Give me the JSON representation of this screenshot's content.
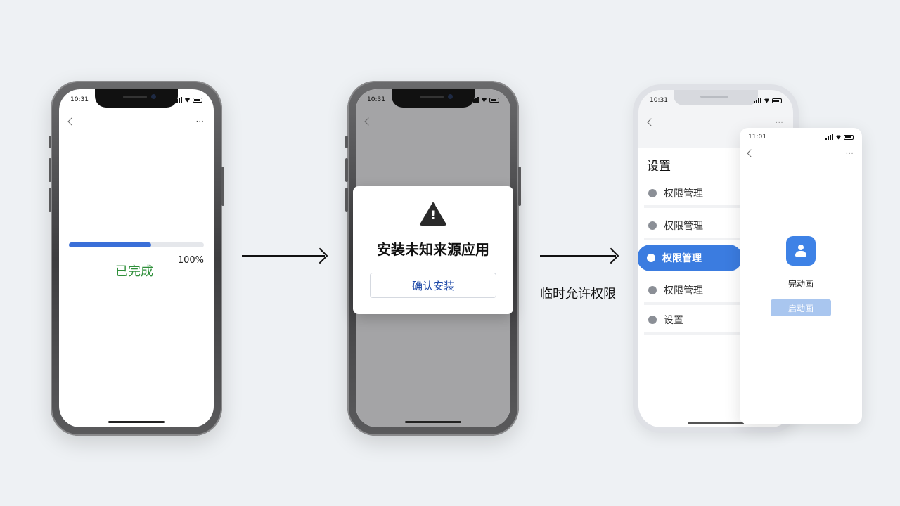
{
  "phone1": {
    "time": "10:31",
    "progress_percent": 61,
    "percent_label": "100%",
    "status_label": "已完成"
  },
  "phone2": {
    "time": "10:31",
    "dialog_title": "安装未知来源应用",
    "confirm_label": "确认安装"
  },
  "arrow2_label": "临时允许权限",
  "phone3": {
    "time": "10:31",
    "settings_title": "设置",
    "items": [
      {
        "label": "权限管理"
      },
      {
        "label": "权限管理"
      },
      {
        "label": "权限管理"
      },
      {
        "label": "权限管理"
      },
      {
        "label": "设置"
      }
    ]
  },
  "phone4": {
    "time": "11:01",
    "app_name": "完动画",
    "launch_label": "启动画"
  },
  "colors": {
    "accent_blue": "#3b7ce0",
    "success_green": "#2f8f3a",
    "progress_blue": "#3a6fd8"
  }
}
